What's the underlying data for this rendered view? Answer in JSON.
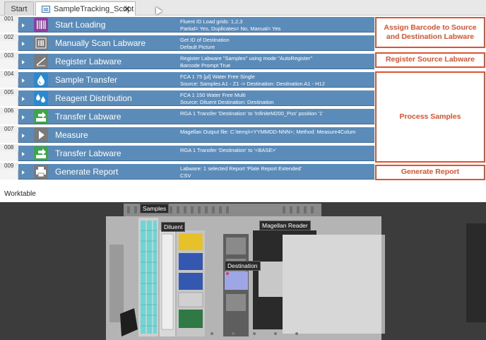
{
  "tabs": [
    {
      "label": "Start"
    },
    {
      "label": "SampleTracking_Script",
      "close": "✕"
    }
  ],
  "rows": [
    {
      "num": "001",
      "name": "Start Loading",
      "d1": "Fluent ID     Load grids: 1,2,3",
      "d2": "Partial= Yes, Duplicates= No, Manual= Yes",
      "icon": "barcode-icon",
      "iconColor": "#8e3da3"
    },
    {
      "num": "002",
      "name": "Manually Scan Labware",
      "d1": "Get ID of Destination",
      "d2": "Default Picture",
      "icon": "barcode-scan-icon",
      "iconColor": "#7a7a7a"
    },
    {
      "num": "003",
      "name": "Register Labware",
      "d1": "Register Labware \"Samples\" using mode \"AutoRegister\"",
      "d2": "Barcode Prompt True",
      "icon": "register-icon",
      "iconColor": "#7a7a7a"
    },
    {
      "num": "004",
      "name": "Sample Transfer",
      "d1": "FCA 1     75 [µl]     Water Free Single",
      "d2": "Source: Samples    A1 - Z1    ->    Destination: Destination    A1 - H12",
      "icon": "droplet-icon",
      "iconColor": "#2a8ad1"
    },
    {
      "num": "005",
      "name": "Reagent Distribution",
      "d1": "FCA 1     150     Water Free Multi",
      "d2": "Source: Diluent    Destination: Destination",
      "icon": "multi-droplet-icon",
      "iconColor": "#2a8ad1"
    },
    {
      "num": "006",
      "name": "Transfer Labware",
      "d1": "RGA 1     Transfer 'Destination' to 'InfiniteM200_Pos' position '1'",
      "d2": "",
      "icon": "transfer-icon",
      "iconColor": "#3fa54a"
    },
    {
      "num": "007",
      "name": "Measure",
      "d1": "Magellan     Output file: C:\\temp\\<YYMMDD-NNN>; Method: Measure4Colum",
      "d2": "",
      "icon": "play-icon",
      "iconColor": "#7a7a7a"
    },
    {
      "num": "008",
      "name": "Transfer Labware",
      "d1": "RGA 1     Transfer 'Destination' to '<BASE>'",
      "d2": "",
      "icon": "transfer-icon",
      "iconColor": "#3fa54a"
    },
    {
      "num": "009",
      "name": "Generate Report",
      "d1": "Labware: 1 selected    Report 'Plate Report Extended'",
      "d2": "CSV",
      "icon": "printer-icon",
      "iconColor": "#7a7a7a"
    }
  ],
  "callouts": [
    {
      "label": "Assign Barcode to Source and Destination Labware"
    },
    {
      "label": "Register Source Labware"
    },
    {
      "label": "Process Samples"
    },
    {
      "label": "Generate Report"
    }
  ],
  "worktable": {
    "title": "Worktable",
    "labels": {
      "samples": "Samples",
      "diluent": "Diluent",
      "reader": "Magellan Reader",
      "destination": "Destination"
    }
  },
  "colors": {
    "rowBar": "#5b8bb8",
    "callout": "#e0522d"
  }
}
